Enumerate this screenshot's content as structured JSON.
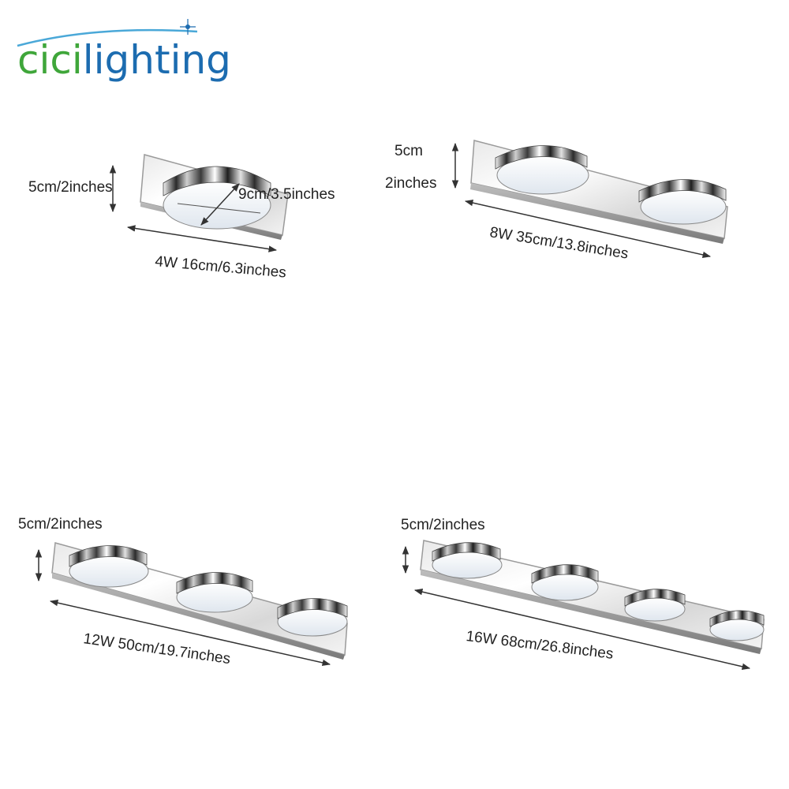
{
  "brand": {
    "part1": "cici",
    "part2": "lighting",
    "color_green": "#3fa63a",
    "color_blue": "#1c6cb0"
  },
  "fixtures": [
    {
      "name": "4W",
      "lights": 1,
      "height_label": "5cm/2inches",
      "depth_label": "9cm/3.5inches",
      "length_label": "4W 16cm/6.3inches"
    },
    {
      "name": "8W",
      "lights": 2,
      "height_label_line1": "5cm",
      "height_label_line2": "2inches",
      "length_label": "8W 35cm/13.8inches"
    },
    {
      "name": "12W",
      "lights": 3,
      "height_label": "5cm/2inches",
      "length_label": "12W 50cm/19.7inches"
    },
    {
      "name": "16W",
      "lights": 4,
      "height_label": "5cm/2inches",
      "length_label": "16W 68cm/26.8inches"
    }
  ]
}
